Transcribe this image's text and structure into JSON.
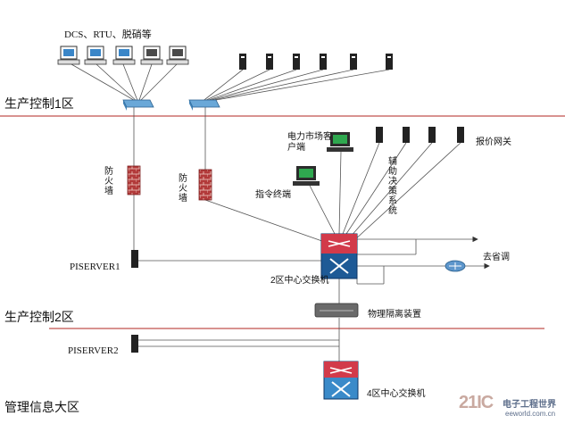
{
  "zones": {
    "zone1": "生产控制1区",
    "zone2": "生产控制2区",
    "zone3": "管理信息大区"
  },
  "labels": {
    "dcs": "DCS、RTU、脱硝等",
    "firewall": "防火墙",
    "market": "电力市场客户端",
    "command": "指令终端",
    "decision": "辅助决策系统",
    "quote": "报价网关",
    "to_province": "去省调",
    "piserver1": "PISERVER1",
    "piserver2": "PISERVER2",
    "switch2": "2区中心交换机",
    "isolation": "物理隔离装置",
    "switch4": "4区中心交换机"
  },
  "watermark": {
    "brand": "21IC",
    "cn": "电子工程世界",
    "url": "eeworld.com.cn"
  },
  "colors": {
    "zone_line": "#c0504d",
    "link_line": "#555555",
    "hub": "#6aa8d8",
    "firewall": "#b23a3a",
    "switch_blue": "#1e5a96",
    "switch_red": "#d23a4a",
    "monitor": "#2c2c2c"
  }
}
